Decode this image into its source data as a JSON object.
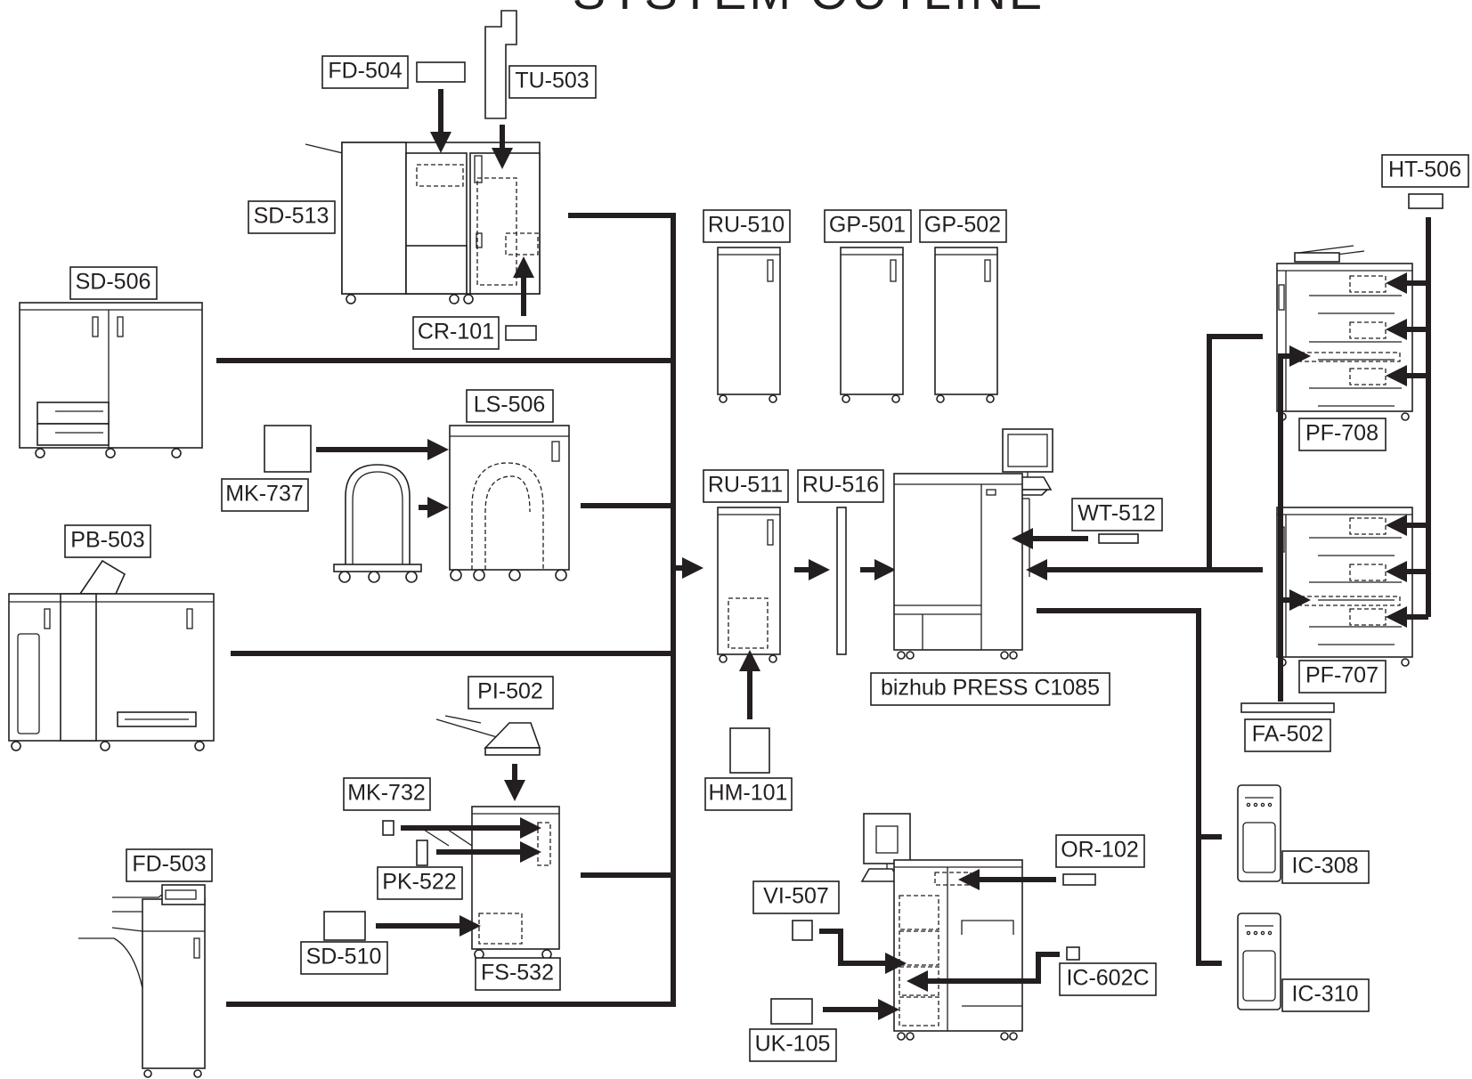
{
  "title": "SYSTEM OUTLINE",
  "main_unit": "bizhub PRESS C1085",
  "options": {
    "fd504": "FD-504",
    "tu503": "TU-503",
    "sd513": "SD-513",
    "cr101": "CR-101",
    "sd506": "SD-506",
    "ls506": "LS-506",
    "mk737": "MK-737",
    "pb503": "PB-503",
    "pi502": "PI-502",
    "mk732": "MK-732",
    "pk522": "PK-522",
    "sd510": "SD-510",
    "fs532": "FS-532",
    "fd503": "FD-503",
    "ru510": "RU-510",
    "gp501": "GP-501",
    "gp502": "GP-502",
    "ru511": "RU-511",
    "ru516": "RU-516",
    "hm101": "HM-101",
    "wt512": "WT-512",
    "ht506": "HT-506",
    "pf708": "PF-708",
    "pf707": "PF-707",
    "fa502": "FA-502",
    "ic308": "IC-308",
    "ic310": "IC-310",
    "or102": "OR-102",
    "vi507": "VI-507",
    "ic602c": "IC-602C",
    "uk105": "UK-105"
  }
}
